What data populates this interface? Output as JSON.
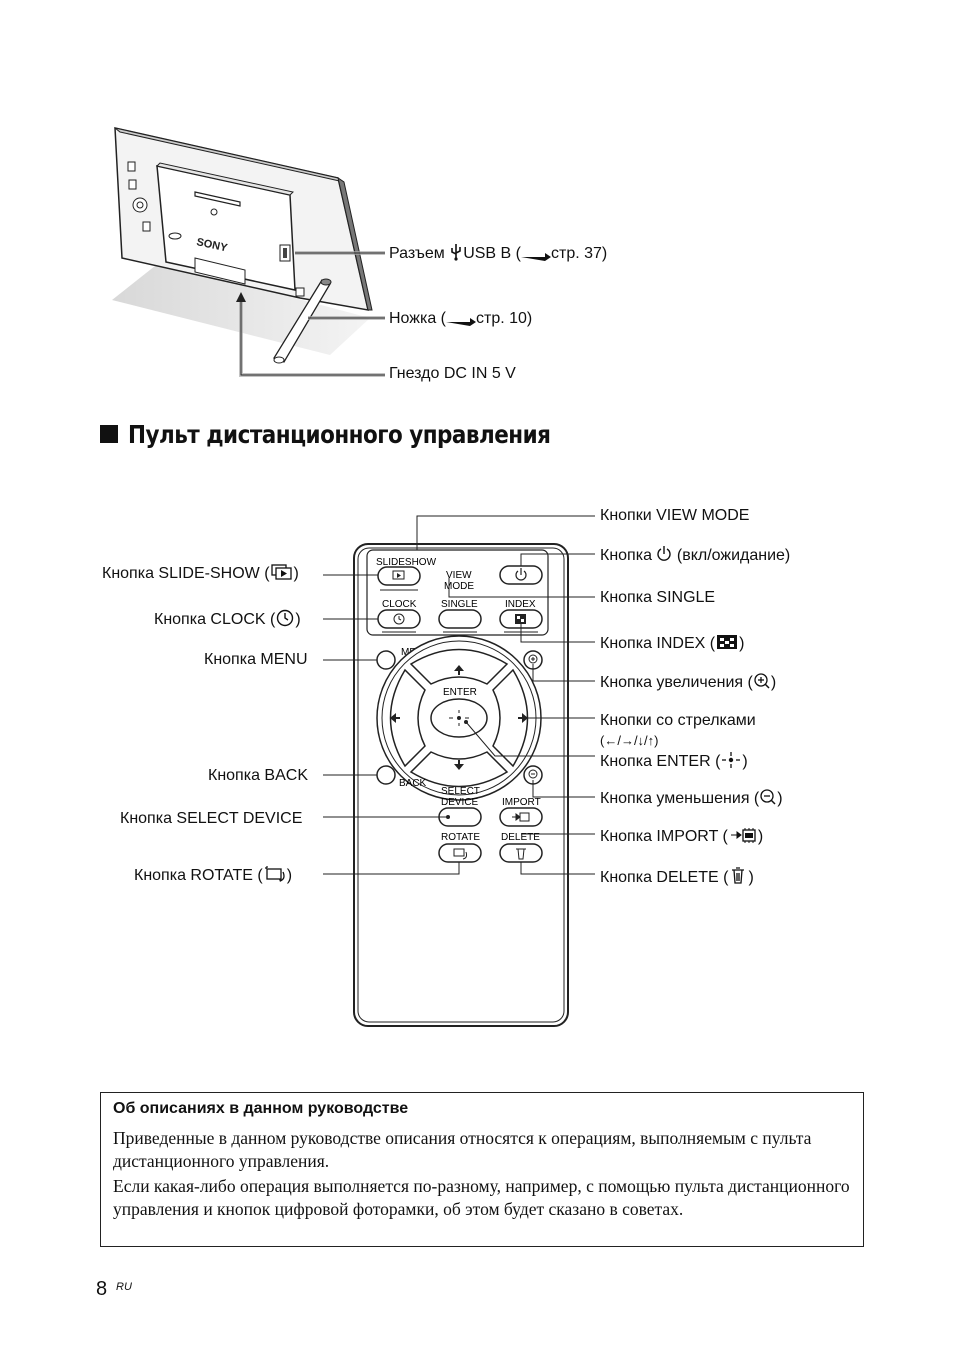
{
  "frame_labels": {
    "usb": {
      "prefix": "Разъем ",
      "usb_text": "USB B (",
      "ref": "стр. 37)"
    },
    "stand": {
      "prefix": "Ножка (",
      "ref": "стр. 10)"
    },
    "dc": "Гнездо DC IN 5 V",
    "logo": "SONY"
  },
  "section": {
    "title": "Пульт дистанционного управления"
  },
  "remote_buttons": {
    "slideshow": "SLIDESHOW",
    "view": "VIEW",
    "mode": "MODE",
    "clock": "CLOCK",
    "single": "SINGLE",
    "index": "INDEX",
    "menu": "MENU",
    "enter": "ENTER",
    "back": "BACK",
    "select": "SELECT",
    "device": "DEVICE",
    "import": "IMPORT",
    "rotate": "ROTATE",
    "delete": "DELETE"
  },
  "left_labels": {
    "slideshow": {
      "text": "Кнопка SLIDE-SHOW (",
      "close": ")"
    },
    "clock": {
      "text": "Кнопка CLOCK (",
      "close": ")"
    },
    "menu": "Кнопка MENU",
    "back": "Кнопка BACK",
    "select": "Кнопка SELECT DEVICE",
    "rotate": {
      "text": "Кнопка ROTATE (",
      "close": ")"
    }
  },
  "right_labels": {
    "view_mode": "Кнопки VIEW MODE",
    "power": {
      "prefix": "Кнопка ",
      "suffix": " (вкл/ожидание)"
    },
    "single": "Кнопка SINGLE",
    "index": {
      "text": "Кнопка INDEX (",
      "close": ")"
    },
    "zoom_in": {
      "text": "Кнопка увеличения (",
      "close": ")"
    },
    "arrows_line1": "Кнопки со стрелками",
    "arrows_line2": "(←/→/↓/↑)",
    "enter": {
      "text": "Кнопка ENTER (",
      "close": ")"
    },
    "zoom_out": {
      "text": "Кнопка уменьшения (",
      "close": ")"
    },
    "import": {
      "text": "Кнопка IMPORT (",
      "close": ")"
    },
    "delete": {
      "text": "Кнопка DELETE (",
      "close": ")"
    }
  },
  "note": {
    "title": "Об описаниях в данном руководстве",
    "p1": "Приведенные в данном руководстве описания относятся к операциям, выполняемым с пульта дистанционного управления.",
    "p2": "Если какая-либо операция выполняется по-разному, например, с помощью пульта дистанционного управления и кнопок цифровой фоторамки, об этом будет сказано в советах."
  },
  "footer": {
    "page": "8",
    "lang": "RU"
  }
}
